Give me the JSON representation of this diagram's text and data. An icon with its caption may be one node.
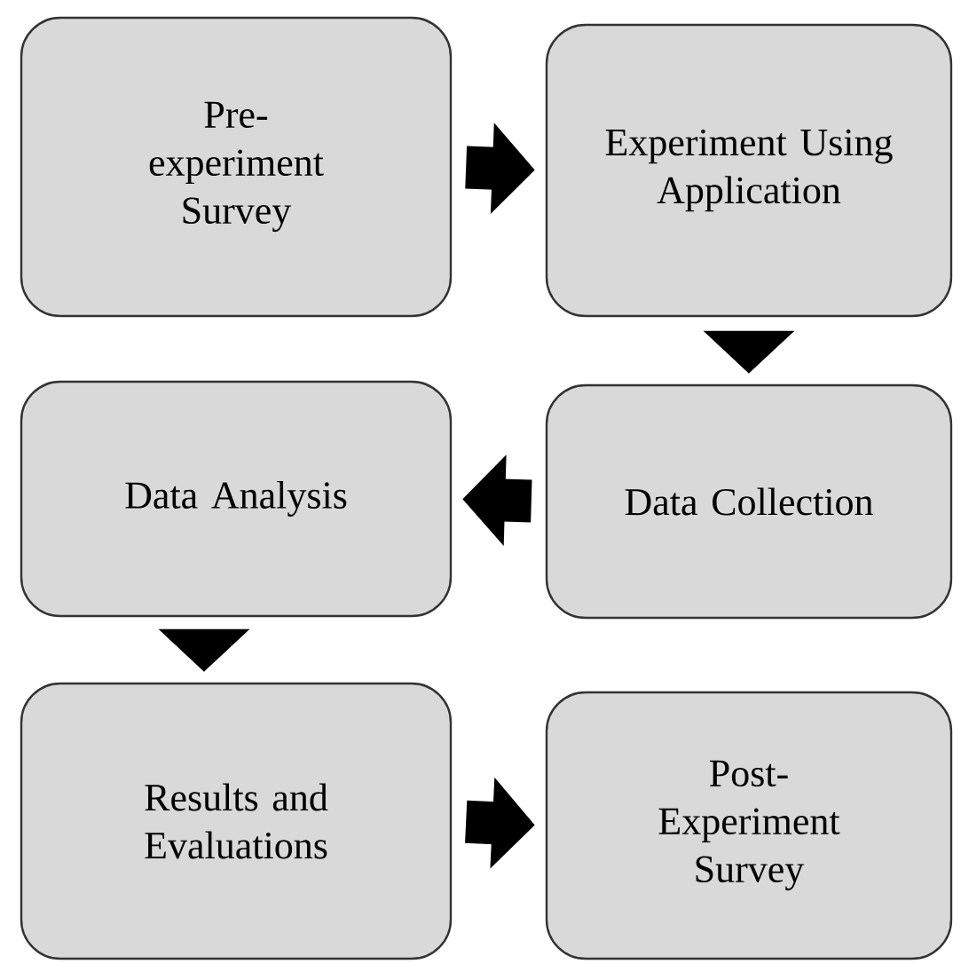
{
  "diagram": {
    "nodes": [
      {
        "text": [
          "Pre- experiment Survey"
        ]
      },
      {
        "text": [
          "Experiment Using Application"
        ]
      },
      {
        "text": [
          "Data Analysis"
        ]
      },
      {
        "text": [
          "Data Collection"
        ]
      },
      {
        "text": [
          "Results and Evaluations"
        ]
      },
      {
        "text": [
          "Post- Experiment Survey"
        ]
      }
    ],
    "edges": [
      {
        "from": 0,
        "to": 1,
        "arrow": "to"
      },
      {
        "from": 1,
        "to": 3,
        "arrow": "to"
      },
      {
        "from": 3,
        "to": 2,
        "arrow": "to"
      },
      {
        "from": 2,
        "to": 4,
        "arrow": "to"
      },
      {
        "from": 4,
        "to": 5,
        "arrow": "to"
      }
    ]
  }
}
